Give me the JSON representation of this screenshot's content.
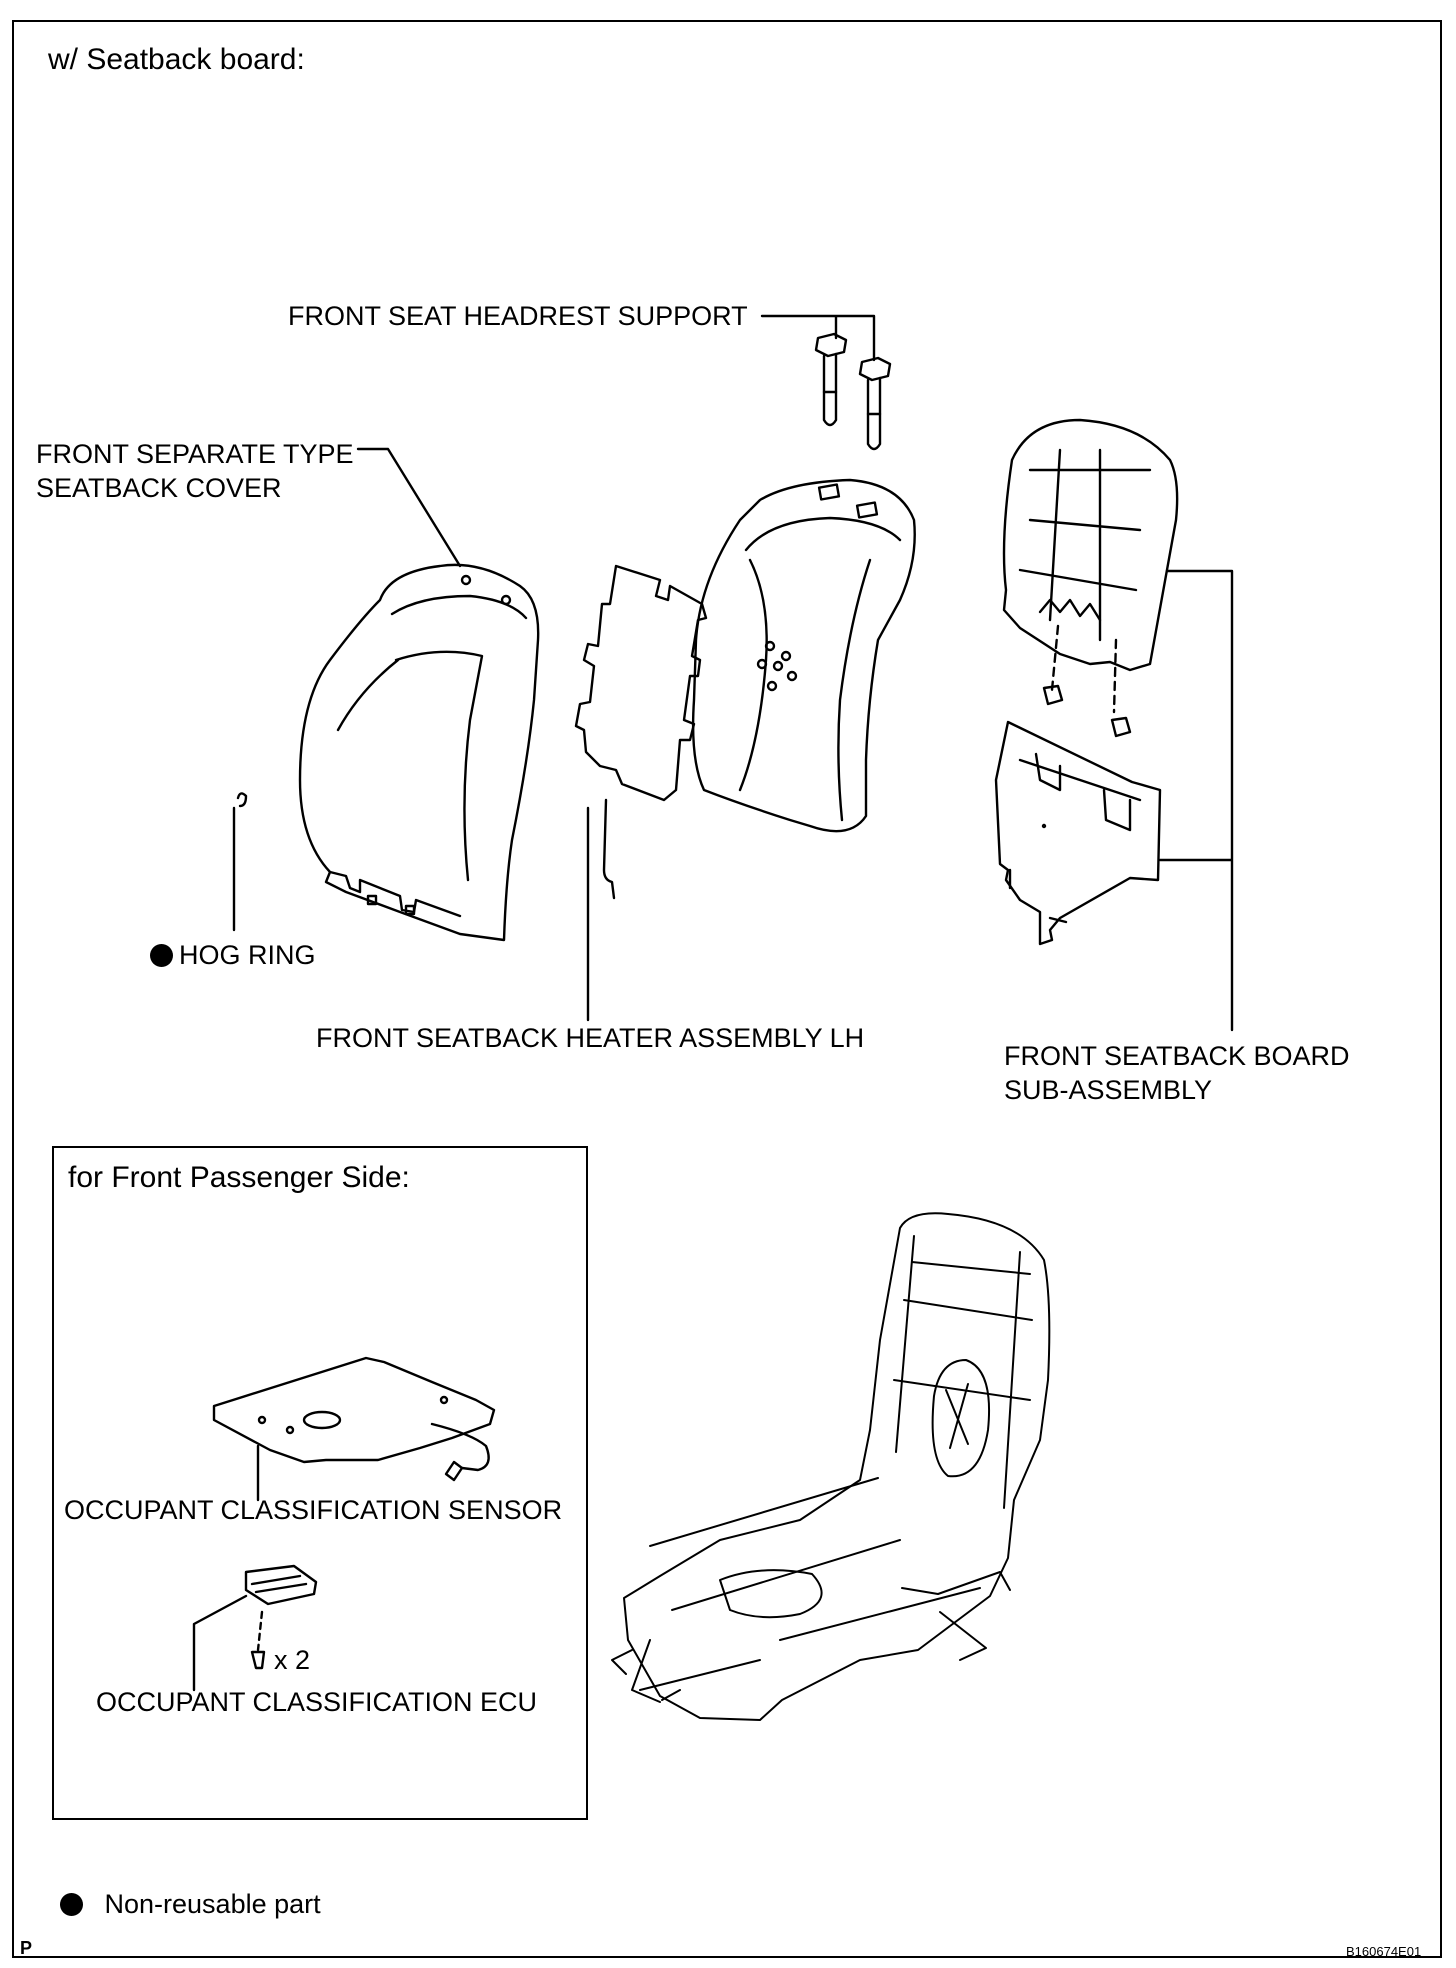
{
  "header": {
    "title": "w/ Seatback board:"
  },
  "labels": {
    "headrest_support": "FRONT SEAT HEADREST SUPPORT",
    "seatback_cover_line1": "FRONT SEPARATE TYPE",
    "seatback_cover_line2": "SEATBACK COVER",
    "hog_ring": "HOG RING",
    "heater_assembly": "FRONT SEATBACK HEATER ASSEMBLY LH",
    "board_line1": "FRONT SEATBACK BOARD",
    "board_line2": "SUB-ASSEMBLY"
  },
  "inset": {
    "title": "for Front Passenger Side:",
    "sensor": "OCCUPANT CLASSIFICATION SENSOR",
    "ecu": "OCCUPANT CLASSIFICATION ECU",
    "quantity": "x 2"
  },
  "legend": {
    "non_reusable": "Non-reusable part"
  },
  "footer": {
    "page_letter": "P",
    "figure_id": "B160674E01"
  },
  "colors": {
    "line": "#000000",
    "background": "#ffffff"
  }
}
